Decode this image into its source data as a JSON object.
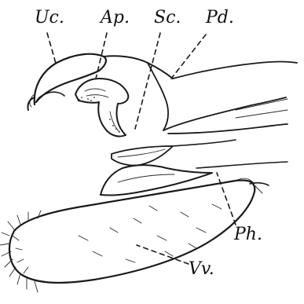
{
  "labels": {
    "uc": "Uc.",
    "ap": "Ap.",
    "sc": "Sc.",
    "pd": "Pd.",
    "ph": "Ph.",
    "vv": "Vv."
  },
  "colors": {
    "ink": "#1a1a1a",
    "paper": "#ffffff"
  }
}
